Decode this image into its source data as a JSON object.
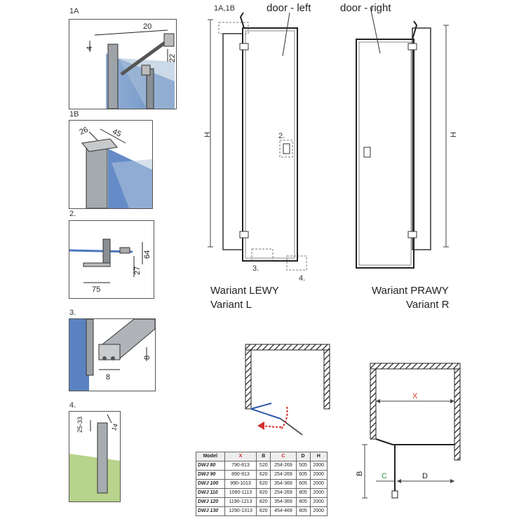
{
  "details": {
    "d1a": {
      "label": "1A",
      "dims": [
        "20",
        "4",
        "22"
      ]
    },
    "d1b": {
      "label": "1B",
      "dims": [
        "26",
        "45"
      ]
    },
    "d2": {
      "label": "2.",
      "dims": [
        "64",
        "27",
        "75"
      ]
    },
    "d3": {
      "label": "3.",
      "dims": [
        "8",
        "8"
      ]
    },
    "d4": {
      "label": "4.",
      "dims": [
        "25-33",
        "14"
      ]
    }
  },
  "left_door": {
    "callout_top": "1A,1B",
    "door_label": "door - left",
    "height_label": "H",
    "marker_2": "2.",
    "marker_3": "3.",
    "marker_4": "4.",
    "variant_pl": "Wariant LEWY",
    "variant_en": "Variant L"
  },
  "right_door": {
    "door_label": "door - right",
    "height_label": "H",
    "variant_pl": "Wariant PRAWY",
    "variant_en": "Variant R"
  },
  "plan": {
    "x_label": "X",
    "b_label": "B",
    "c_label": "C",
    "d_label": "D"
  },
  "table": {
    "headers": [
      "Model",
      "X",
      "B",
      "C",
      "D",
      "H"
    ],
    "rows": [
      [
        "DWJ 80",
        "790-813",
        "520",
        "254-269",
        "505",
        "2000"
      ],
      [
        "DWJ 90",
        "890-913",
        "620",
        "254-269",
        "605",
        "2000"
      ],
      [
        "DWJ 100",
        "990-1013",
        "620",
        "354-369",
        "605",
        "2000"
      ],
      [
        "DWJ 110",
        "1090-1113",
        "820",
        "254-269",
        "805",
        "2000"
      ],
      [
        "DWJ 120",
        "1190-1213",
        "820",
        "354-369",
        "805",
        "2000"
      ],
      [
        "DWJ 130",
        "1290-1313",
        "820",
        "454-469",
        "805",
        "2000"
      ]
    ]
  }
}
